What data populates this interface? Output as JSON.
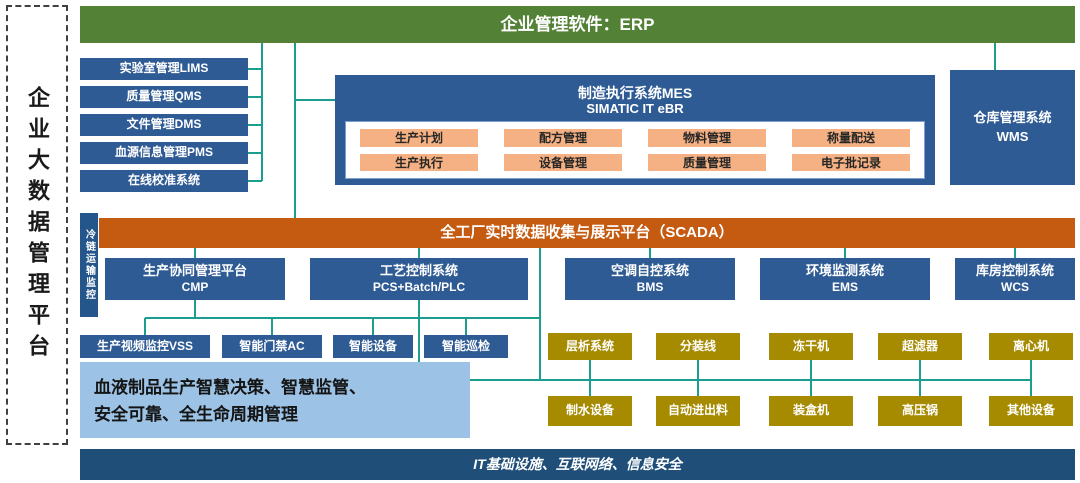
{
  "colors": {
    "erp_green": "#538135",
    "system_blue": "#2f5b95",
    "scada_orange": "#c55a11",
    "module_salmon": "#f5b183",
    "equipment_gold": "#a68a00",
    "summary_lightblue": "#9cc2e5",
    "footer_navy": "#1f4e79",
    "connector_teal": "#1b9e8d"
  },
  "left_panel": {
    "title": "企业大数据管理平台"
  },
  "erp": {
    "label": "企业管理软件：ERP"
  },
  "left_systems": [
    "实验室管理LIMS",
    "质量管理QMS",
    "文件管理DMS",
    "血源信息管理PMS",
    "在线校准系统"
  ],
  "mes": {
    "title": "制造执行系统MES",
    "subtitle": "SIMATIC IT eBR",
    "modules_row1": [
      "生产计划",
      "配方管理",
      "物料管理",
      "称量配送"
    ],
    "modules_row2": [
      "生产执行",
      "设备管理",
      "质量管理",
      "电子批记录"
    ]
  },
  "wms": {
    "name": "仓库管理系统",
    "code": "WMS"
  },
  "cold_chain": {
    "label": "冷链运输监控"
  },
  "scada": {
    "label": "全工厂实时数据收集与展示平台（SCADA）"
  },
  "control_systems": [
    {
      "name": "生产协同管理平台",
      "code": "CMP"
    },
    {
      "name": "工艺控制系统",
      "code": "PCS+Batch/PLC"
    },
    {
      "name": "空调自控系统",
      "code": "BMS"
    },
    {
      "name": "环境监测系统",
      "code": "EMS"
    },
    {
      "name": "库房控制系统",
      "code": "WCS"
    }
  ],
  "smart_systems": [
    "生产视频监控VSS",
    "智能门禁AC",
    "智能设备",
    "智能巡检"
  ],
  "summary_lines": [
    "血液制品生产智慧决策、智慧监管、",
    "安全可靠、全生命周期管理"
  ],
  "equipment_row1": [
    "层析系统",
    "分装线",
    "冻干机",
    "超滤器",
    "离心机"
  ],
  "equipment_row2": [
    "制水设备",
    "自动进出料",
    "装盒机",
    "高压锅",
    "其他设备"
  ],
  "footer": {
    "label": "IT基础设施、互联网络、信息安全"
  }
}
